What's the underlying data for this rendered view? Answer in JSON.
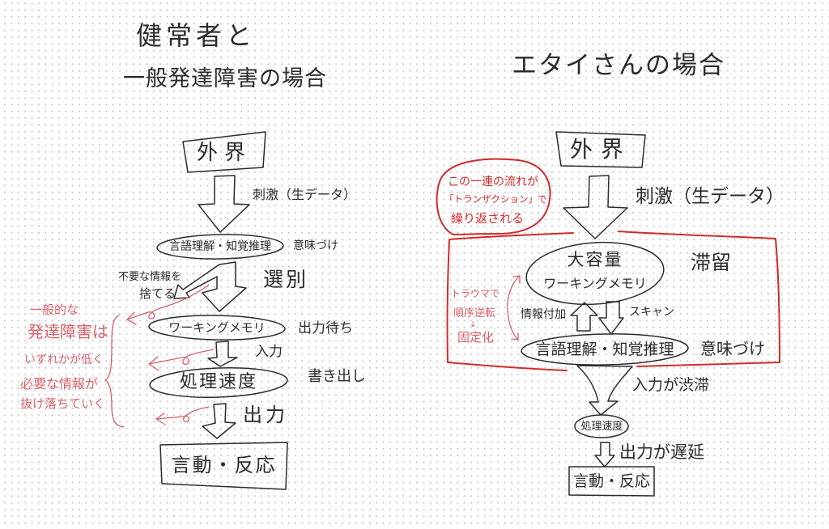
{
  "left_panel": {
    "title": {
      "line1": "健常者と",
      "line2": "一般発達障害の場合"
    },
    "nodes": {
      "outside_world": "外界",
      "language_perception": "言語理解・知覚推理",
      "working_memory": "ワーキングメモリ",
      "processing_speed": "処理速度",
      "behavior_response": "言動・反応"
    },
    "edge_labels": {
      "stimulus": "刺激（生データ）",
      "meaning": "意味づけ",
      "discard_line1": "不要な情報を",
      "discard_line2": "捨てる",
      "selection": "選別",
      "awaiting_output": "出力待ち",
      "input": "入力",
      "write_out": "書き出し",
      "output": "出力"
    },
    "annotation": {
      "lines": [
        "一般的な",
        "発達障害は",
        "いずれかが低く",
        "必要な情報が",
        "抜け落ちていく"
      ]
    }
  },
  "right_panel": {
    "title": "エタイさんの場合",
    "nodes": {
      "outside_world": "外界",
      "large_wm_line1": "大容量",
      "large_wm_line2": "ワーキングメモリ",
      "language_perception": "言語理解・知覚推理",
      "processing_speed": "処理速度",
      "behavior_response": "言動・反応"
    },
    "edge_labels": {
      "stimulus": "刺激（生データ）",
      "stagnation": "滞留",
      "add_info": "情報付加",
      "scan": "スキャン",
      "meaning": "意味づけ",
      "input_congestion": "入力が渋滞",
      "output_delay": "出力が遅延"
    },
    "transaction_note": {
      "lines": [
        "この一連の流れが",
        "「トランザクション」で",
        "繰り返される"
      ]
    },
    "trauma_note": {
      "line1": "トラウマで",
      "line2": "順序逆転",
      "arrow": "↓",
      "line3": "固定化"
    }
  },
  "colors": {
    "ink": "#2b2b2b",
    "annotation_red": "#d9606a",
    "frame_red": "#d42a2a",
    "grid_dot": "#c6c6c6",
    "background": "#ffffff"
  }
}
